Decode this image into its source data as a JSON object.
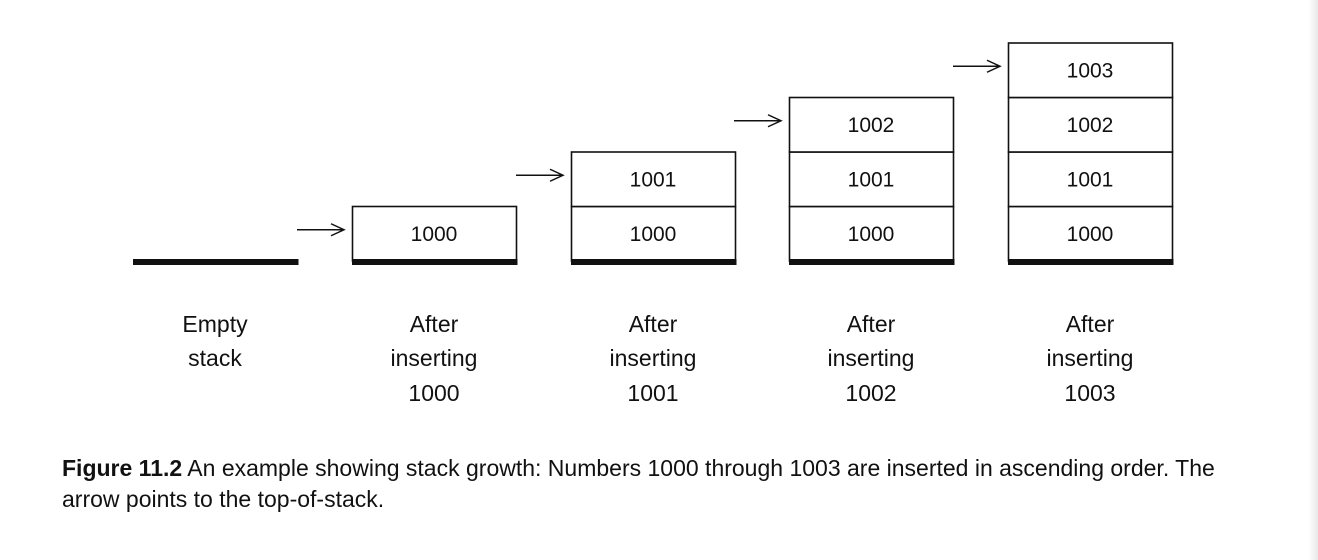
{
  "stages": [
    {
      "label_lines": [
        "Empty",
        "stack"
      ],
      "cells": []
    },
    {
      "label_lines": [
        "After",
        "inserting",
        "1000"
      ],
      "cells": [
        "1000"
      ]
    },
    {
      "label_lines": [
        "After",
        "inserting",
        "1001"
      ],
      "cells": [
        "1000",
        "1001"
      ]
    },
    {
      "label_lines": [
        "After",
        "inserting",
        "1002"
      ],
      "cells": [
        "1000",
        "1001",
        "1002"
      ]
    },
    {
      "label_lines": [
        "After",
        "inserting",
        "1003"
      ],
      "cells": [
        "1000",
        "1001",
        "1002",
        "1003"
      ]
    }
  ],
  "caption": {
    "figure_label": "Figure 11.2",
    "text": " An example showing stack growth: Numbers 1000 through 1003 are inserted in ascending order. The arrow points to the top-of-stack."
  }
}
